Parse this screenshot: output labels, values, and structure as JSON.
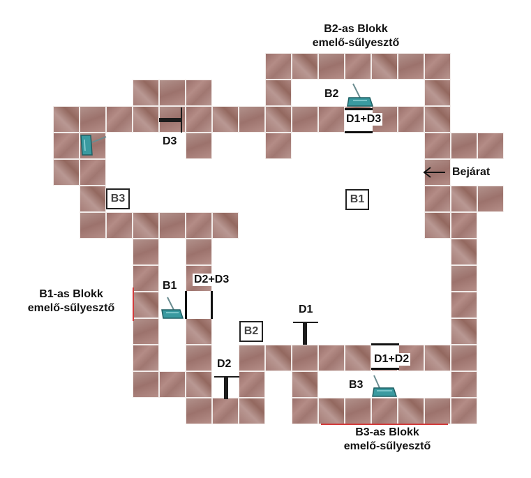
{
  "captions": {
    "b2_line1": "B2-as Blokk",
    "b2_line2": "emelő-sűlyesztő",
    "b1_line1": "B1-as Blokk",
    "b1_line2": "emelő-sűlyesztő",
    "b3_line1": "B3-as Blokk",
    "b3_line2": "emelő-sűlyesztő"
  },
  "entrance_label": "Bejárat",
  "block_boxes": {
    "b1": "B1",
    "b2": "B2",
    "b3": "B3"
  },
  "lift_labels": {
    "b1": "B1",
    "b2": "B2",
    "b3": "B3"
  },
  "lever_labels": {
    "d1": "D1",
    "d2": "D2",
    "d3": "D3"
  },
  "door_labels": {
    "top": "D1+D3",
    "left": "D2+D3",
    "bottom": "D1+D2"
  },
  "colors": {
    "floor_tile": "#a67d77",
    "lift_platform": "#3a9aa0",
    "door": "#111111",
    "marker_line": "#d23a3a"
  },
  "icons": {
    "lever": "lever-icon",
    "lift": "lift-platform-icon",
    "arrow": "arrow-left-icon"
  }
}
